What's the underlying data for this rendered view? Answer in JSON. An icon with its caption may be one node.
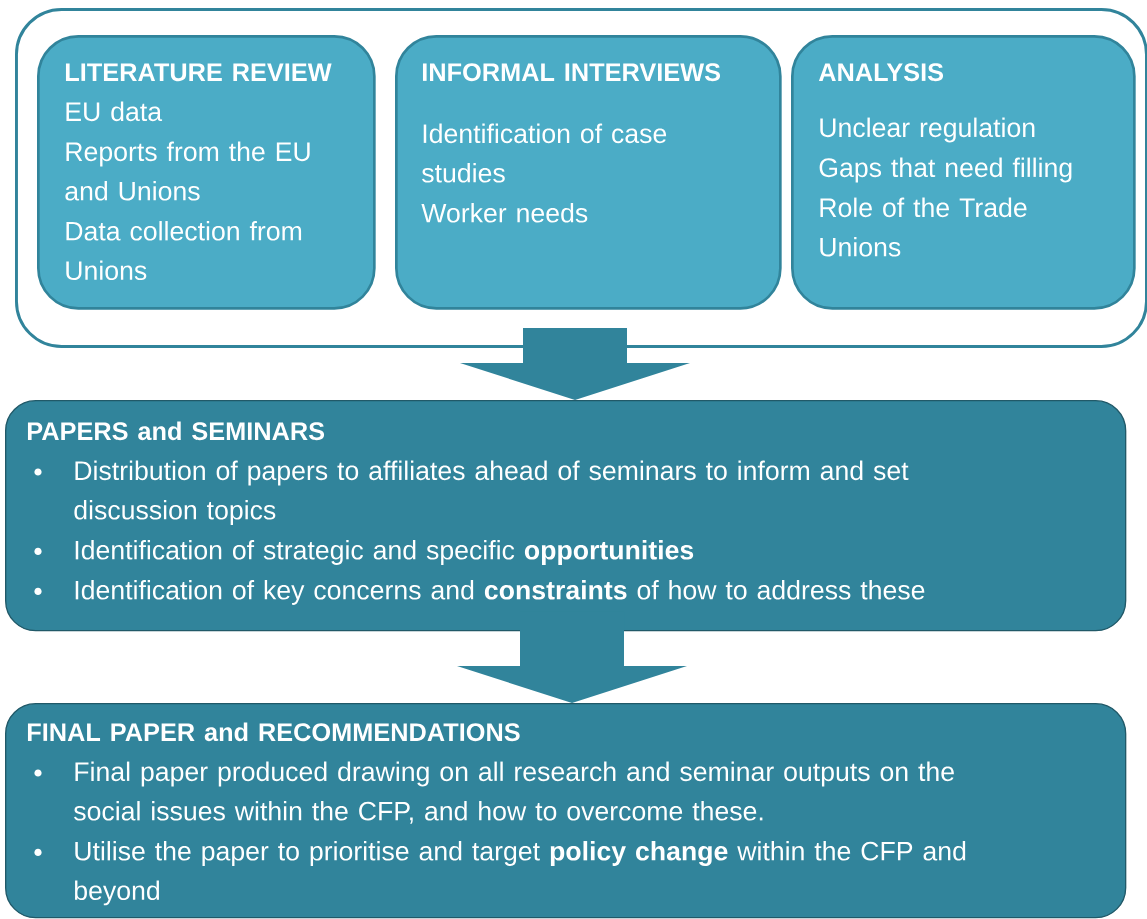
{
  "diagram": {
    "nodes": [
      {
        "text": [],
        "shape": "box"
      },
      {
        "text": [
          "LITERATURE REVIEW",
          "EU data",
          "Reports from the EU and Unions",
          "Data collection from Unions"
        ],
        "in": 0
      },
      {
        "text": [
          "INFORMAL INTERVIEWS",
          "Identification of case studies",
          "Worker needs"
        ],
        "in": 0
      },
      {
        "text": [
          "ANALYSIS",
          "Unclear regulation",
          "Gaps that need filling",
          "Role of the Trade Unions"
        ],
        "in": 0
      },
      {
        "text": [
          "PAPERS and SEMINARS",
          "Distribution of papers to affiliates ahead of seminars to inform and set discussion topics",
          "Identification of strategic and specific **opportunities**",
          "Identification of key concerns and **constraints** of how to address these"
        ]
      },
      {
        "text": [
          "FINAL PAPER and RECOMMENDATIONS",
          "Final paper produced drawing on all research and seminar outputs on the social issues within the CFP, and how to overcome these.",
          "Utilise the paper to prioritise and target **policy change** within the CFP and beyond"
        ]
      }
    ],
    "edges": [
      {
        "from": 0,
        "to": 4,
        "arrow": "to"
      },
      {
        "from": 4,
        "to": 5,
        "arrow": "to"
      }
    ]
  }
}
